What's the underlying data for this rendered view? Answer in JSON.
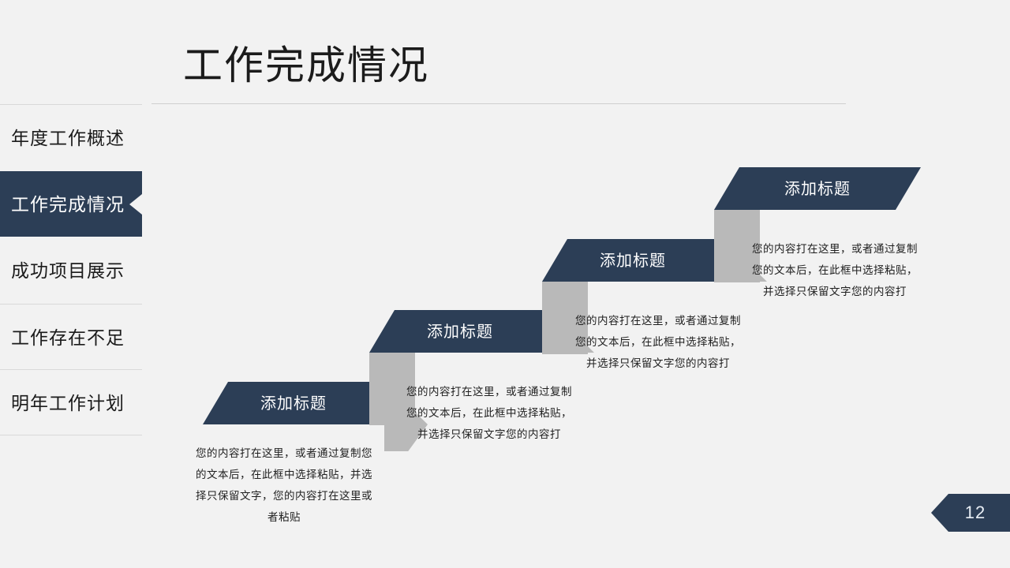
{
  "slide": {
    "title": "工作完成情况",
    "background_color": "#f2f2f2",
    "accent_color": "#2c3e56",
    "riser_color": "#b9b9b9",
    "page_number": "12"
  },
  "sidebar": {
    "items": [
      {
        "label": "年度工作概述",
        "active": false
      },
      {
        "label": "工作完成情况",
        "active": true
      },
      {
        "label": "成功项目展示",
        "active": false
      },
      {
        "label": "工作存在不足",
        "active": false
      },
      {
        "label": "明年工作计划",
        "active": false
      }
    ]
  },
  "steps": [
    {
      "title": "添加标题",
      "body": "您的内容打在这里，或者通过复制您的文本后，在此框中选择粘贴，并选择只保留文字，您的内容打在这里或者粘贴"
    },
    {
      "title": "添加标题",
      "body": "您的内容打在这里，或者通过复制您的文本后，在此框中选择粘贴，并选择只保留文字您的内容打"
    },
    {
      "title": "添加标题",
      "body": "您的内容打在这里，或者通过复制您的文本后，在此框中选择粘贴，并选择只保留文字您的内容打"
    },
    {
      "title": "添加标题",
      "body": "您的内容打在这里，或者通过复制您的文本后，在此框中选择粘贴，并选择只保留文字您的内容打"
    }
  ]
}
